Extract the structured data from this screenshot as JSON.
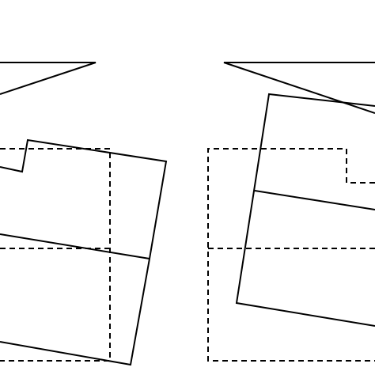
{
  "figure": {
    "background": "#ffffff",
    "line_color": "#000000",
    "left_panel": {
      "shapes": [
        "triangle",
        "rotated-folder-outline",
        "dashed-rectangle",
        "divider-line"
      ]
    },
    "right_panel": {
      "shapes": [
        "triangle",
        "rotated-rectangle",
        "dashed-folder-outline",
        "divider-line"
      ]
    }
  }
}
